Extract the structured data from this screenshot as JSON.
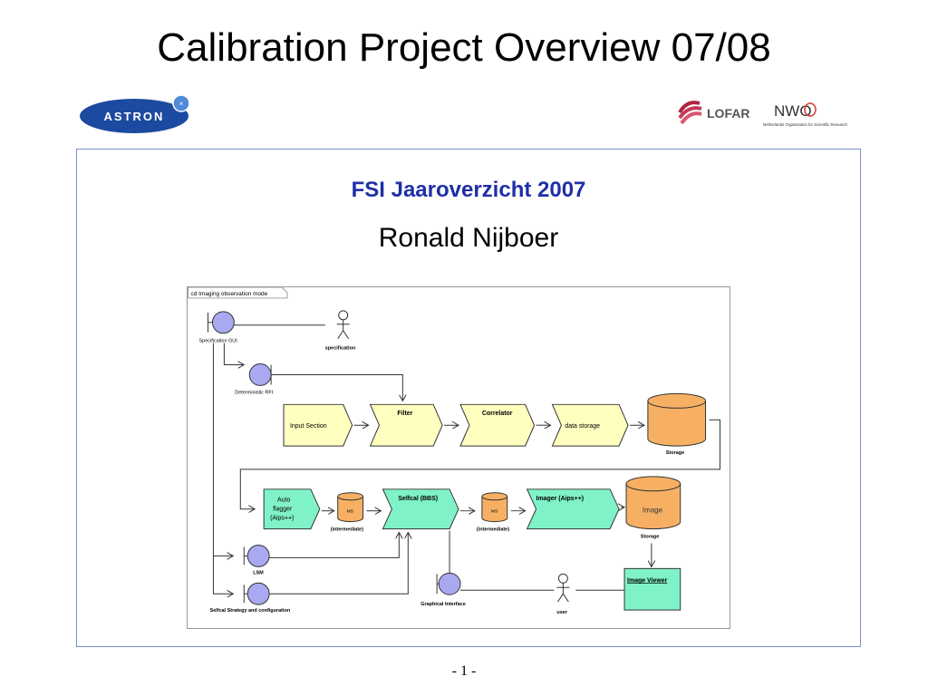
{
  "slide": {
    "title": "Calibration Project Overview 07/08",
    "page_number": "- 1 -"
  },
  "logos": {
    "astron": "ASTRON",
    "lofar": "LOFAR",
    "nwo": "NWO",
    "nwo_subtitle": "Netherlands Organisation for Scientific Research"
  },
  "content": {
    "heading": "FSI Jaaroverzicht 2007",
    "author": "Ronald Nijboer"
  },
  "diagram": {
    "frame_label": "cd Imaging observation mode",
    "specification_gui": "Specification GUI",
    "specification": "specification",
    "deterministic_rfi": "Deterministic RFI",
    "input_section": "Input Section",
    "filter": "Filter",
    "correlator": "Correlator",
    "data_storage": "data storage",
    "storage_1": "Storage",
    "autoflagger_line1": "Auto",
    "autoflagger_line2": "flagger",
    "autoflagger_line3": "(Aips++)",
    "ms": "MS",
    "intermediate": "(intermediate)",
    "selfcal": "Selfcal (BBS)",
    "imager": "Imager (Aips++)",
    "image": "Image",
    "storage_2": "Storage",
    "lsm": "LSM",
    "selfcal_strategy": "Selfcal Strategy and configuration",
    "graphical_interface": "Graphical Interface",
    "user": "user",
    "image_viewer": "Image Viewer"
  },
  "colors": {
    "title_blue": "#1f2fa8",
    "frame_border": "#7a8fd0",
    "yellow_step": "#ffffc0",
    "green_step": "#7ff2c8",
    "orange_db": "#f7b063",
    "boundary_purple": "#a9a9f2"
  }
}
